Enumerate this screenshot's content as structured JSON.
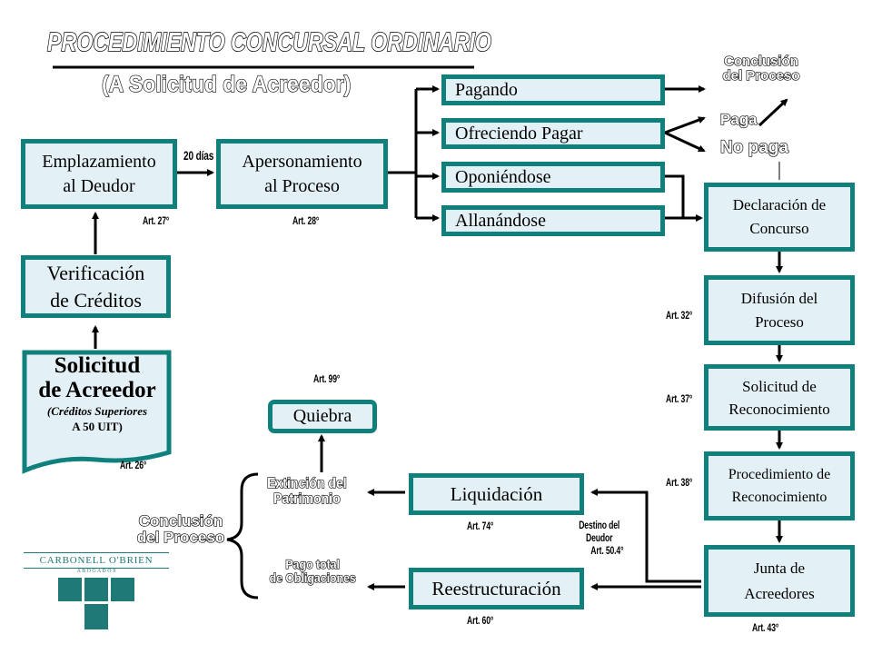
{
  "header": {
    "title": "PROCEDIMIENTO CONCURSAL ORDINARIO",
    "subtitle": "(A Solicitud de Acreedor)"
  },
  "nodes": {
    "solicitud": {
      "title_line1": "Solicitud",
      "title_line2": "de Acreedor",
      "note_line1": "(Créditos Superiores",
      "note_line2": "A 50 UIT)"
    },
    "verificacion": {
      "line1": "Verificación",
      "line2": "de Créditos"
    },
    "emplazamiento": {
      "line1": "Emplazamiento",
      "line2": "al Deudor"
    },
    "apersonamiento": {
      "line1": "Apersonamiento",
      "line2": "al Proceso"
    },
    "pagando": "Pagando",
    "ofreciendo": "Ofreciendo Pagar",
    "oponiendose": "Oponiéndose",
    "allanandose": "Allanándose",
    "declaracion": {
      "line1": "Declaración de",
      "line2": "Concurso"
    },
    "difusion": {
      "line1": "Difusión del",
      "line2": "Proceso"
    },
    "solicitud_reconocimiento": {
      "line1": "Solicitud de",
      "line2": "Reconocimiento"
    },
    "procedimiento_reconocimiento": {
      "line1": "Procedimiento de",
      "line2": "Reconocimiento"
    },
    "junta": {
      "line1": "Junta de",
      "line2": "Acreedores"
    },
    "liquidacion": "Liquidación",
    "reestructuracion": "Reestructuración",
    "quiebra": "Quiebra"
  },
  "labels": {
    "conclusion_top_line1": "Conclusión",
    "conclusion_top_line2": "del Proceso",
    "paga": "Paga",
    "no_paga": "No paga",
    "dias": "20 días",
    "extincion_line1": "Extinción del",
    "extincion_line2": "Patrimonio",
    "pago_total_line1": "Pago total",
    "pago_total_line2": "de Obligaciones",
    "conclusion_bottom_line1": "Conclusión",
    "conclusion_bottom_line2": "del Proceso",
    "destino_line1": "Destino del",
    "destino_line2": "Deudor",
    "destino_line3": "Art. 50.4°"
  },
  "articles": {
    "art27": "Art. 27°",
    "art28": "Art. 28°",
    "art26": "Art. 26°",
    "art99": "Art. 99°",
    "art32": "Art. 32°",
    "art37": "Art. 37°",
    "art38": "Art. 38°",
    "art43": "Art. 43°",
    "art74": "Art. 74°",
    "art60": "Art. 60°"
  },
  "logo": {
    "name": "CARBONELL O'BRIEN",
    "sub": "A B O G A D O S"
  },
  "colors": {
    "box_border": "#10807d",
    "box_fill": "#e3f1f6",
    "logo": "#1f7a77"
  }
}
